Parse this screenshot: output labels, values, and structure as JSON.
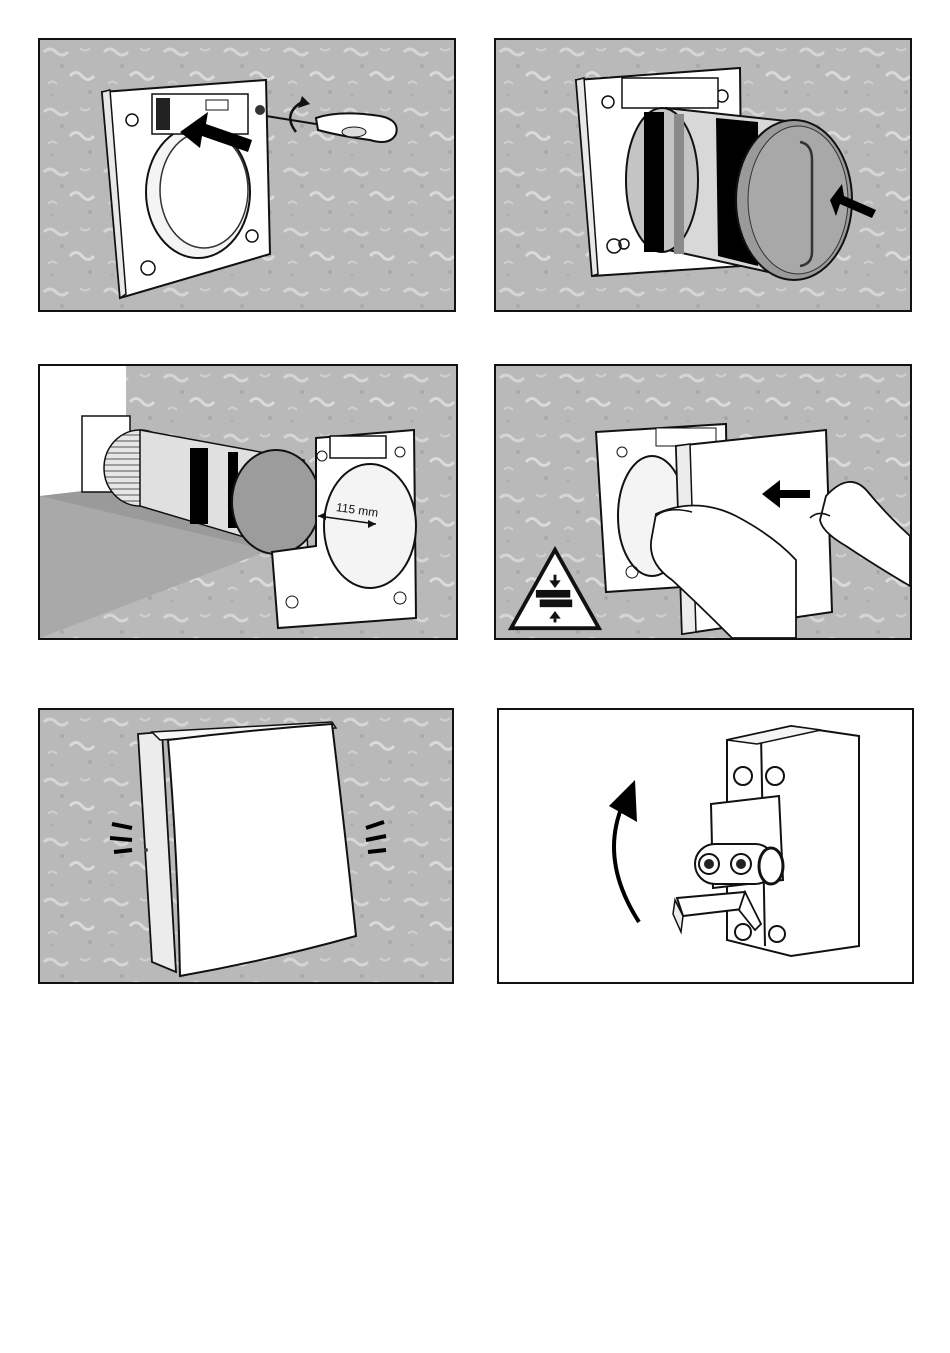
{
  "page": {
    "steps": [
      {
        "id": 1,
        "icon": "screwdriver-terminal-icon"
      },
      {
        "id": 2,
        "icon": "insert-duct-icon"
      },
      {
        "id": 3,
        "icon": "duct-length-icon",
        "dimension_label": "115 mm"
      },
      {
        "id": 4,
        "icon": "fit-cover-icon",
        "warning_icon": "hand-crush-warning-icon"
      },
      {
        "id": 5,
        "icon": "clip-cover-icon"
      },
      {
        "id": 6,
        "icon": "switch-breaker-on-icon"
      }
    ],
    "colors": {
      "wall": "#b9b9b9",
      "wall_light": "#d2d2d2",
      "outline": "#111111",
      "device": "#ffffff"
    }
  }
}
